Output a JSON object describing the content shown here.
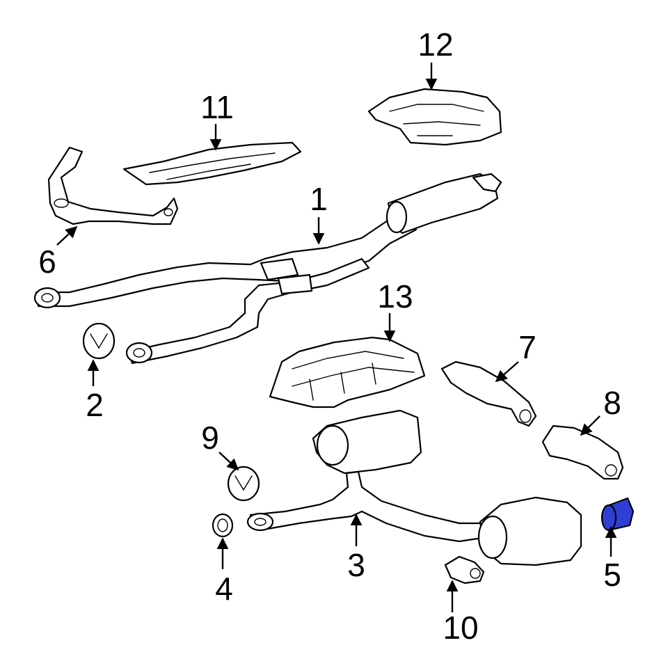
{
  "callouts": {
    "c1": "1",
    "c2": "2",
    "c3": "3",
    "c4": "4",
    "c5": "5",
    "c6": "6",
    "c7": "7",
    "c8": "8",
    "c9": "9",
    "c10": "10",
    "c11": "11",
    "c12": "12",
    "c13": "13"
  },
  "highlight_color": "#2f3fd6"
}
